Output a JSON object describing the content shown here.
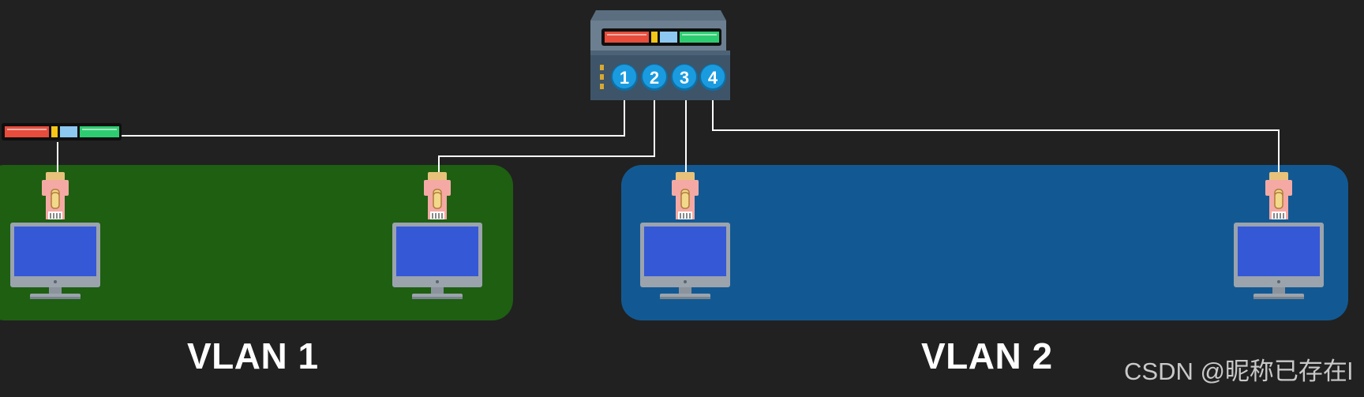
{
  "vlans": [
    {
      "label": "VLAN 1",
      "color": "#1e5f12"
    },
    {
      "label": "VLAN 2",
      "color": "#125993"
    }
  ],
  "switch": {
    "ports": [
      "1",
      "2",
      "3",
      "4"
    ],
    "port_color": "#1a9be0",
    "body_color": "#3e5468",
    "frame_segments": [
      "#e74c3c",
      "#f5c518",
      "#8cc8f0",
      "#2ecc71"
    ]
  },
  "frame": {
    "segments": [
      "#e74c3c",
      "#f5c518",
      "#8cc8f0",
      "#2ecc71"
    ]
  },
  "hosts": [
    {
      "id": "pc1",
      "vlan": "VLAN 1",
      "port": "1"
    },
    {
      "id": "pc2",
      "vlan": "VLAN 1",
      "port": "2"
    },
    {
      "id": "pc3",
      "vlan": "VLAN 2",
      "port": "3"
    },
    {
      "id": "pc4",
      "vlan": "VLAN 2",
      "port": "4"
    }
  ],
  "watermark": "CSDN @昵称已存在l"
}
